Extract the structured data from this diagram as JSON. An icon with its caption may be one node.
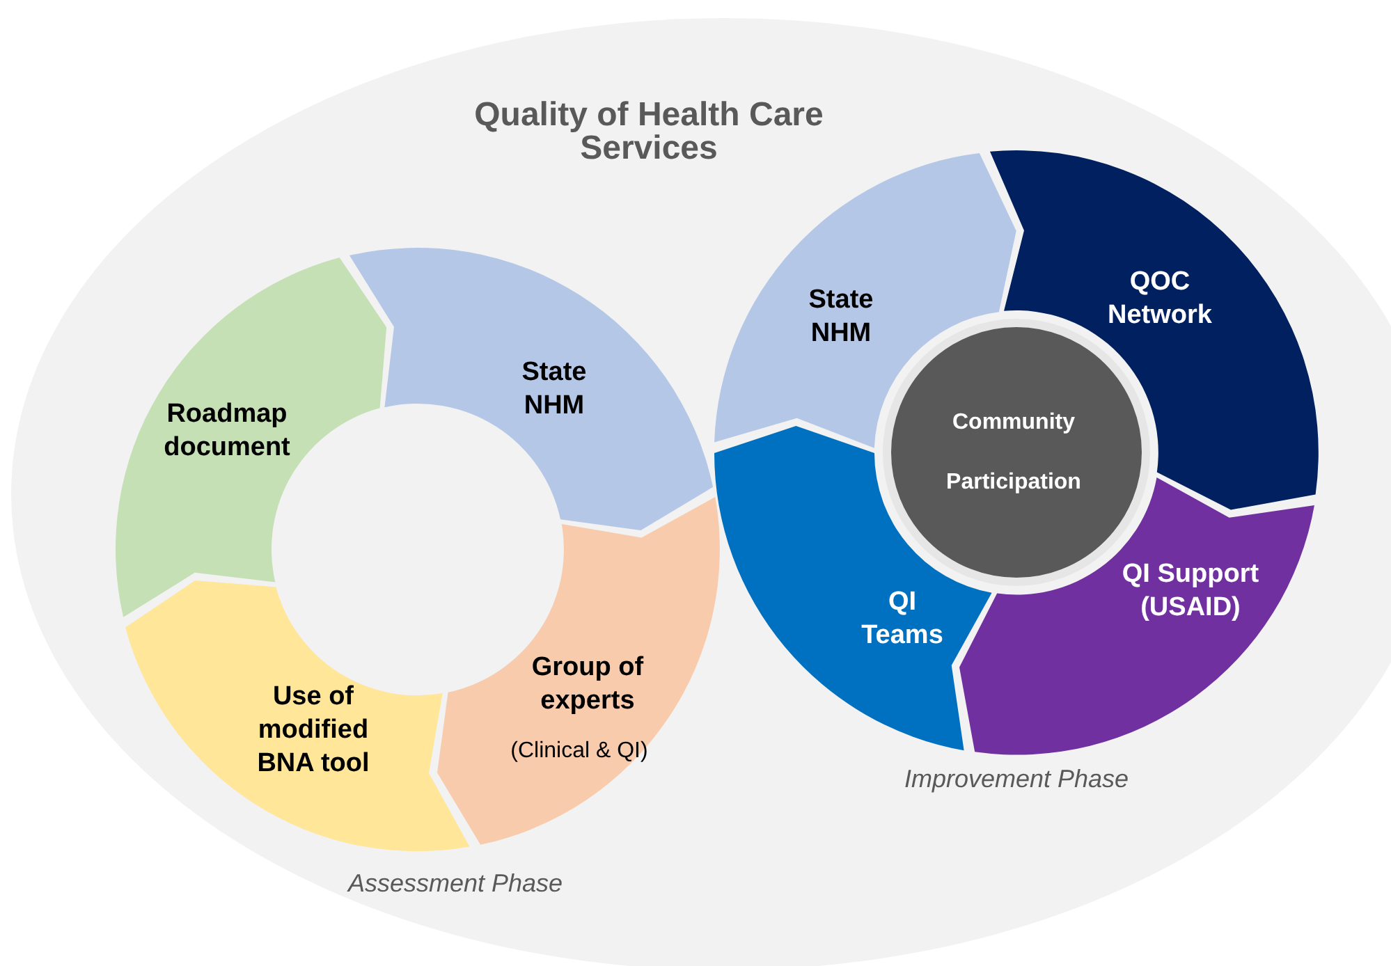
{
  "diagram": {
    "nodes": [
      {
        "text": [
          "Quality of Health Care Services"
        ]
      },
      {
        "text": [
          "Roadmap document"
        ],
        "in": 0
      },
      {
        "text": [
          "State NHM"
        ],
        "in": 0
      },
      {
        "text": [
          "Group of experts",
          "(Clinical & QI)"
        ],
        "in": 0
      },
      {
        "text": [
          "Use of modified BNA tool"
        ],
        "in": 0
      },
      {
        "text": [
          "State NHM"
        ],
        "in": 0
      },
      {
        "text": [
          "QOC Network"
        ],
        "in": 0
      },
      {
        "text": [
          "Community Participation"
        ],
        "in": 0
      },
      {
        "text": [
          "QI Support (USAID)"
        ],
        "in": 0
      },
      {
        "text": [
          "QI Teams"
        ],
        "in": 0
      }
    ],
    "edges": [],
    "labels": [
      "Improvement Phase",
      "Assessment Phase"
    ]
  }
}
